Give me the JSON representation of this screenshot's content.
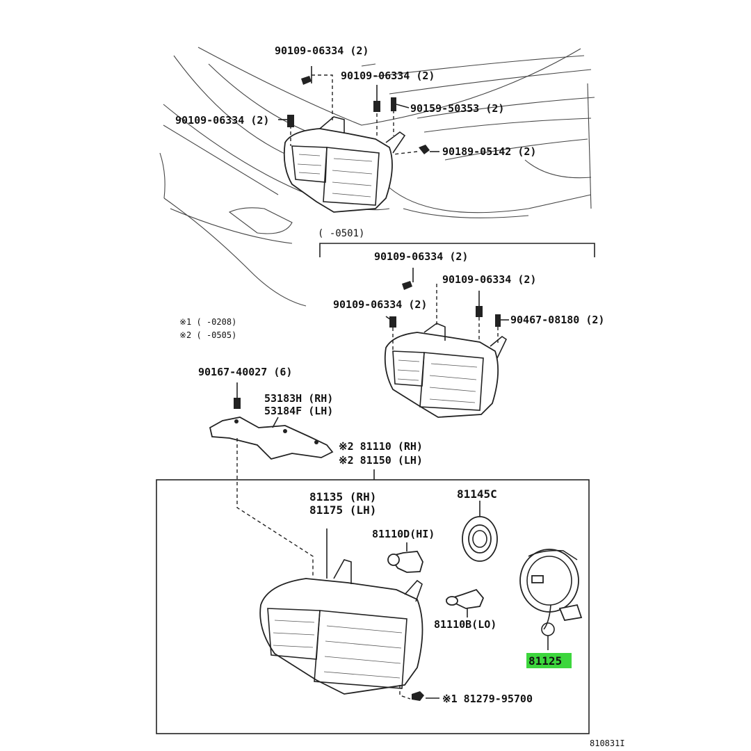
{
  "parts": {
    "top_bolt_1": "90109-06334 (2)",
    "top_bolt_2": "90109-06334 (2)",
    "top_bolt_3": "90109-06334 (2)",
    "top_screw": "90159-50353 (2)",
    "top_clip": "90189-05142 (2)",
    "mid_bolt_1": "90109-06334 (2)",
    "mid_bolt_2": "90109-06334 (2)",
    "mid_bolt_3": "90109-06334 (2)",
    "mid_screw": "90467-08180 (2)",
    "bracket_bolt": "90167-40027 (6)",
    "bracket_rh": "53183H (RH)",
    "bracket_lh": "53184F (LH)",
    "assy_rh": "※2 81110 (RH)",
    "assy_lh": "※2 81150 (LH)",
    "lens_rh": "81135 (RH)",
    "lens_lh": "81175 (LH)",
    "bulb_hi": "81110D(HI)",
    "cover": "81145C",
    "bulb_lo": "81110B(LO)",
    "socket": "81125",
    "screw_bottom": "※1 81279-95700"
  },
  "notes": {
    "range_box": "(      -0501)",
    "note1": "※1 (        -0208)",
    "note2": "※2 (        -0505)",
    "figure_id": "810831I"
  },
  "colors": {
    "highlight": "#3dd63d",
    "line": "#222222"
  }
}
